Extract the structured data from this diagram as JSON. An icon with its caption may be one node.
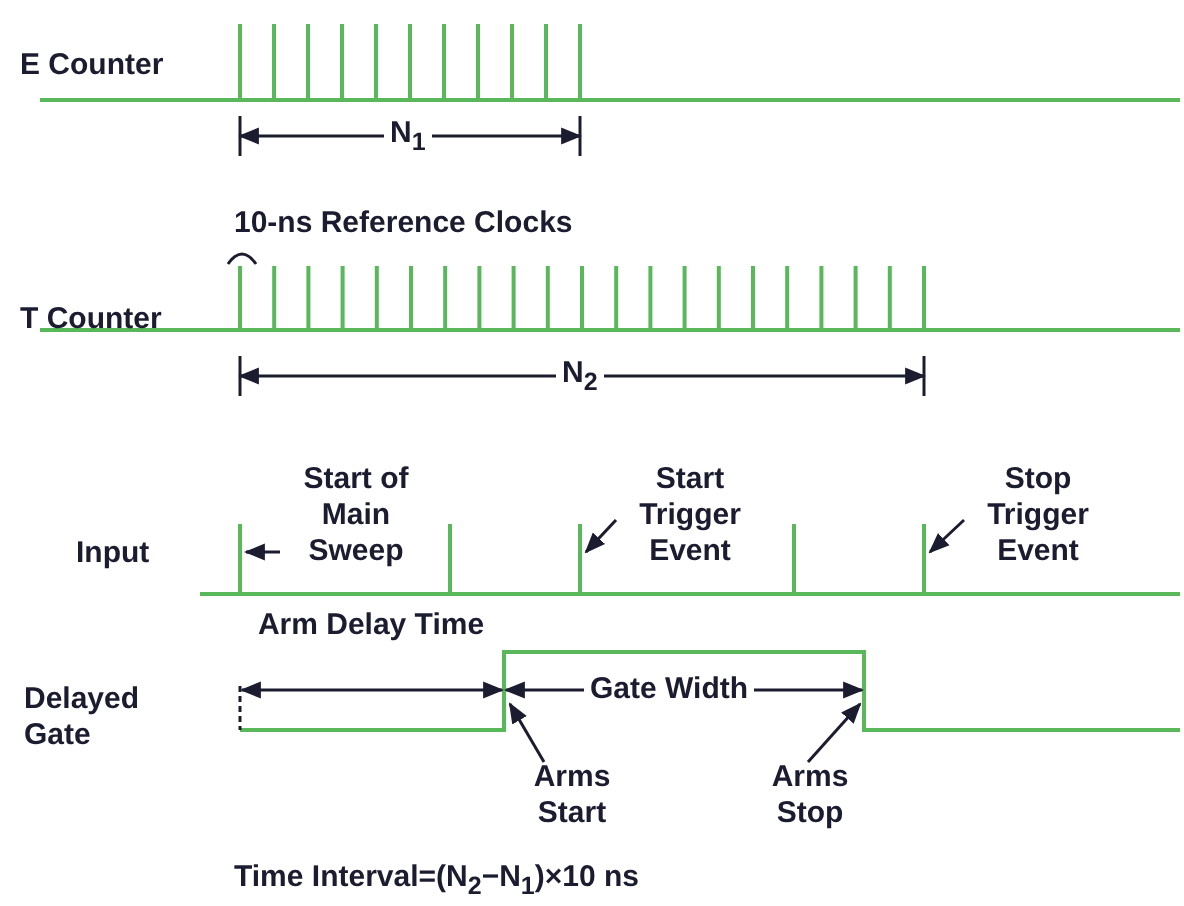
{
  "diagram": {
    "nodes": [
      {
        "text": [
          "Start of Main Sweep"
        ]
      },
      {
        "text": [
          "Start Trigger Event"
        ]
      },
      {
        "text": [
          "Stop Trigger Event"
        ]
      },
      {
        "text": [
          "Arms Start"
        ]
      },
      {
        "text": [
          "Arms Stop"
        ]
      }
    ],
    "edges": [
      {
        "from": 0,
        "to": null,
        "arrow": "to"
      },
      {
        "from": 1,
        "to": null,
        "arrow": "to"
      },
      {
        "from": 2,
        "to": null,
        "arrow": "to"
      },
      {
        "from": 3,
        "to": null,
        "arrow": "to"
      },
      {
        "from": 4,
        "to": null,
        "arrow": "to"
      }
    ],
    "labels": [
      "E Counter",
      "N$_{1}$",
      "10-ns Reference Clocks",
      "T Counter",
      "N$_{2}$",
      "Input",
      "Delayed Gate",
      "Arm Delay Time",
      "Gate Width",
      "Time Interval=(N$_{2}$−N$_{1}$)×10 ns"
    ]
  }
}
